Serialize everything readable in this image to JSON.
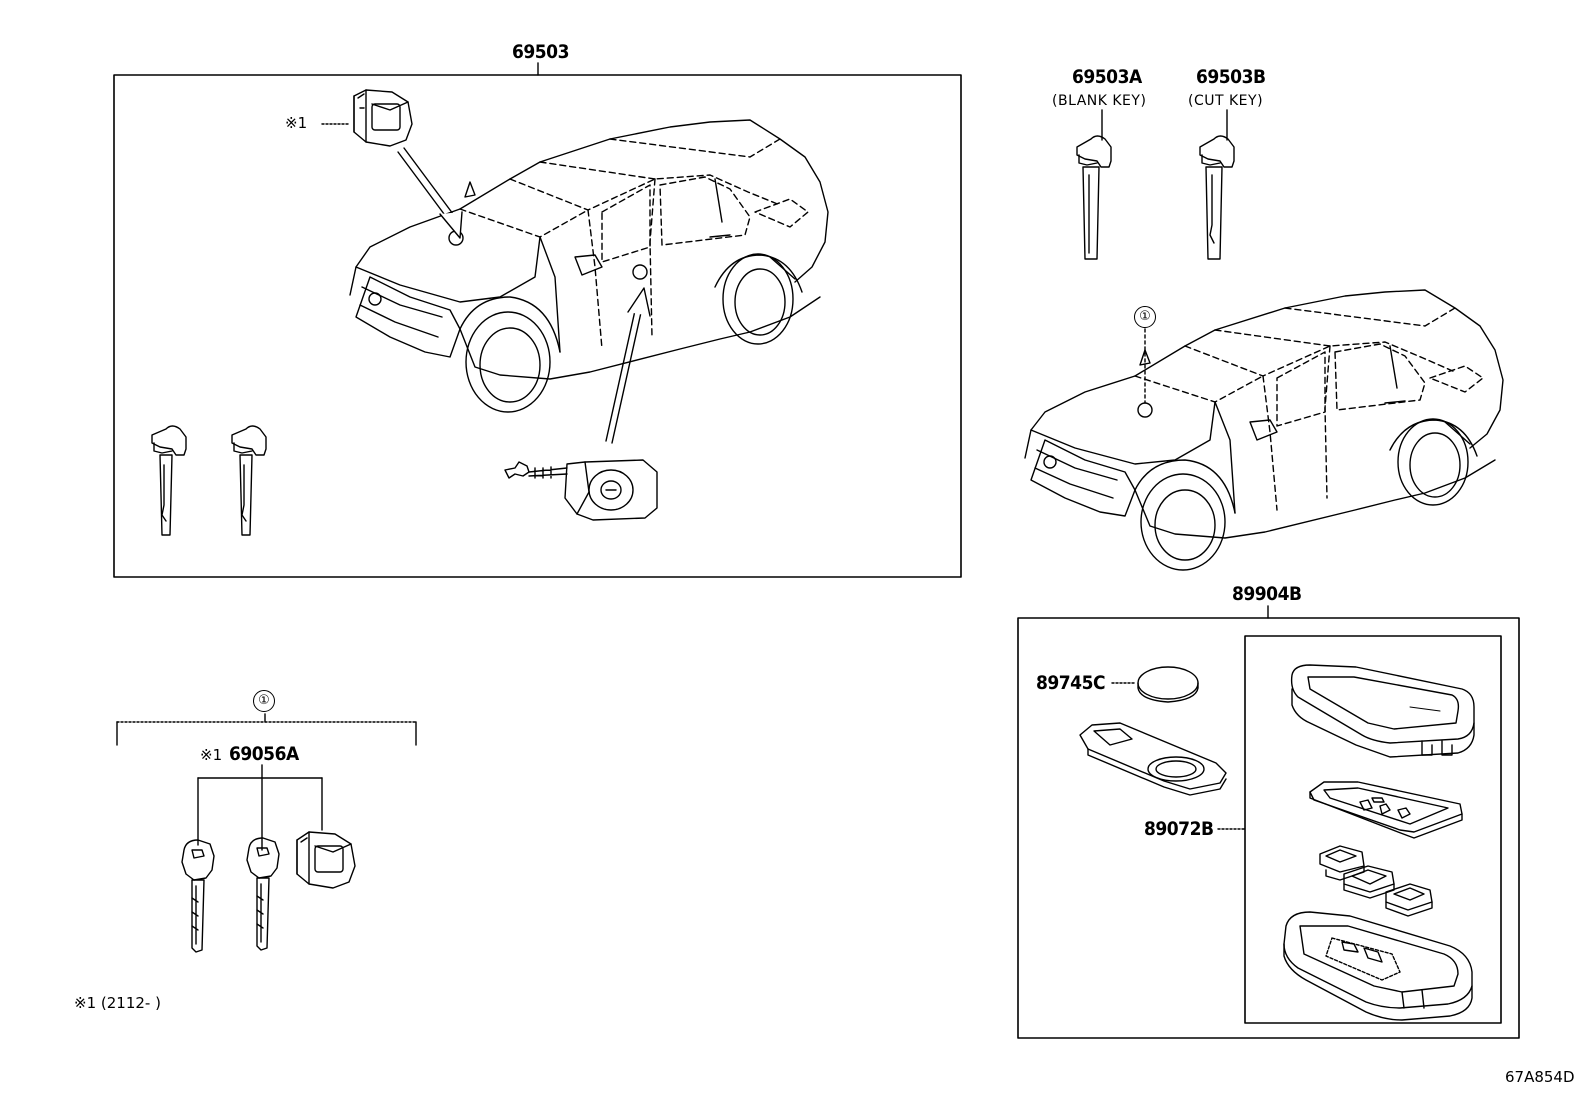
{
  "labels": {
    "main_set": "69503",
    "blank_key": "69503A",
    "blank_key_desc": "(BLANK KEY)",
    "cut_key": "69503B",
    "cut_key_desc": "(CUT KEY)",
    "smart_key_set": "89904B",
    "battery": "89745C",
    "key_case": "89072B",
    "key_set": "69056A",
    "ref_mark": "①",
    "note_mark": "※1",
    "note_text": "※1 (2112-       )",
    "figure_code": "67A854D"
  }
}
